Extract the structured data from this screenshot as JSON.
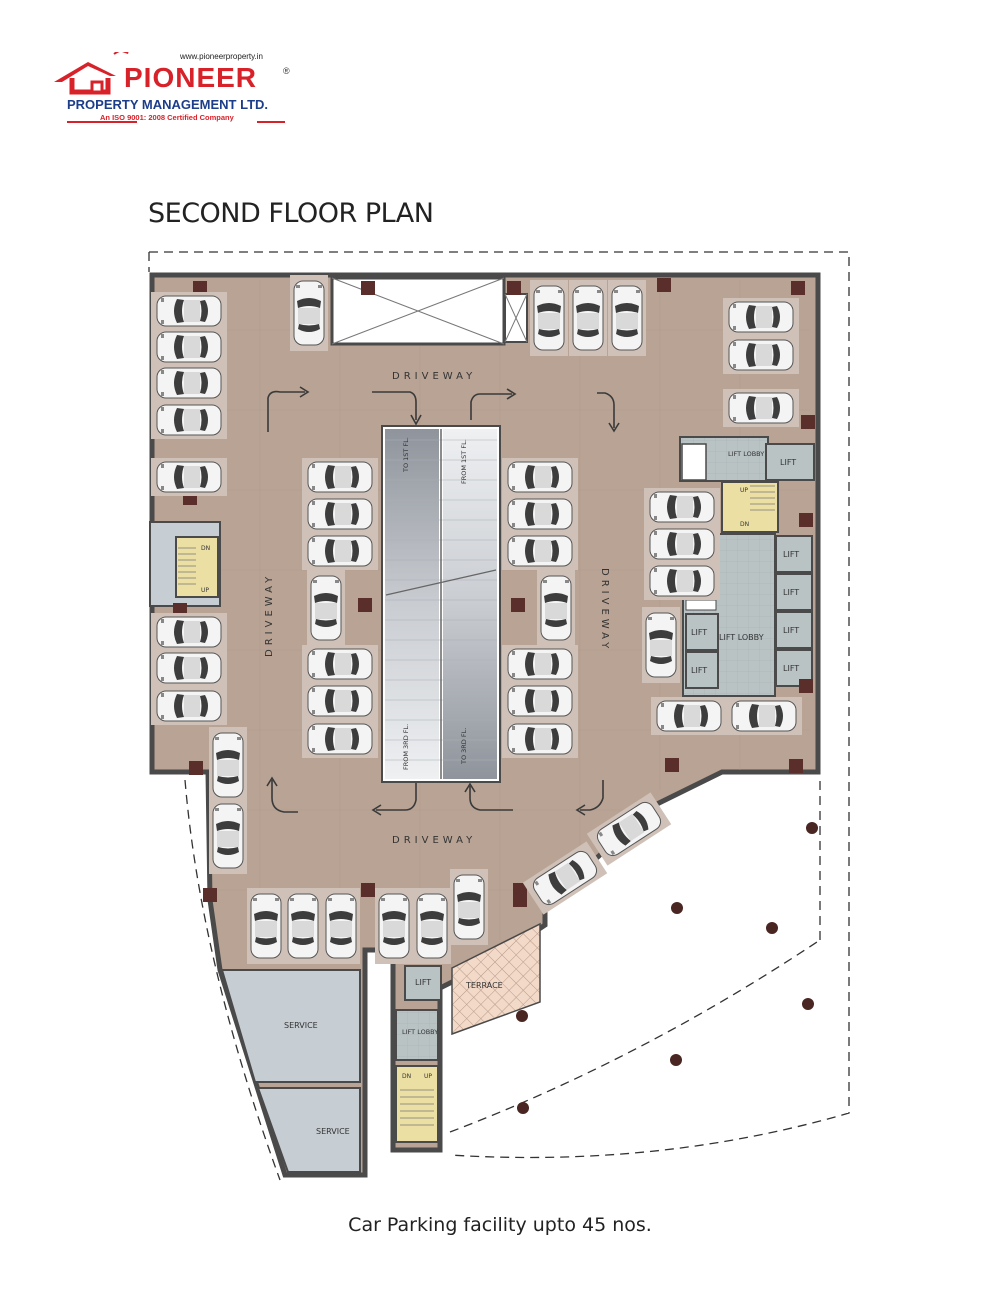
{
  "header": {
    "url": "www.pioneerproperty.in",
    "brand_name": "PIONEER",
    "registered_mark": "®",
    "company_line": "PROPERTY MANAGEMENT LTD.",
    "certification": "An ISO 9001: 2008 Certified Company"
  },
  "plan": {
    "title": "SECOND FLOOR PLAN",
    "caption": "Car Parking facility upto 45 nos.",
    "labels": {
      "driveway_top": "DRIVEWAY",
      "driveway_bottom": "DRIVEWAY",
      "driveway_left": "DRIVEWAY",
      "driveway_right": "DRIVEWAY",
      "ramp_to_1st": "TO 1ST FL.",
      "ramp_from_1st": "FROM 1ST FL.",
      "ramp_from_3rd": "FROM 3RD FL.",
      "ramp_to_3rd": "TO 3RD FL.",
      "lift_lobby_small": "LIFT LOBBY",
      "lift_top": "LIFT",
      "lift_lobby_big": "LIFT LOBBY",
      "lift": "LIFT",
      "service_upper": "SERVICE",
      "service_lower": "SERVICE",
      "lift_bottom": "LIFT",
      "lift_lobby_bottom": "LIFT LOBBY",
      "terrace": "TERRACE",
      "stair_dn": "DN",
      "stair_up": "UP"
    }
  },
  "colors": {
    "floor": "#b8a394",
    "bay": "#cfc1b7",
    "column": "#5a2e2a",
    "wall": "#4a4a4a",
    "lobby": "#b9c3c4",
    "stair": "#ecdfa4",
    "service": "#c6cdd3",
    "terrace": "#f2d9c8",
    "brand_red": "#d8222a",
    "brand_blue": "#1c3d8a"
  },
  "icons": {
    "logo": "house-roof-logo-icon",
    "car": "car-top-view-icon"
  }
}
